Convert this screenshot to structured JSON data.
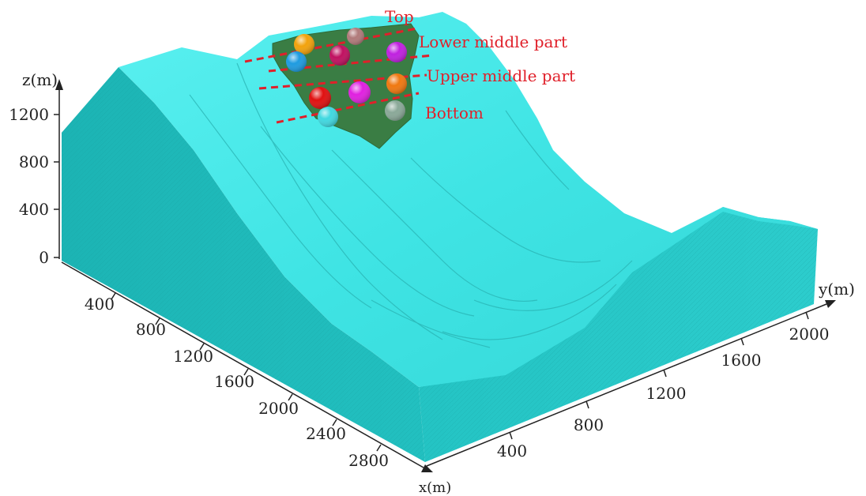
{
  "axes": {
    "z_title": "z(m)",
    "y_title": "y(m)",
    "x_title": "x(m)",
    "z_ticks": [
      "1200",
      "800",
      "400",
      "0"
    ],
    "x_ticks": [
      "400",
      "800",
      "1200",
      "1600",
      "2000",
      "2400",
      "2800"
    ],
    "y_ticks": [
      "400",
      "800",
      "1200",
      "1600",
      "2000"
    ]
  },
  "zones": {
    "top": "Top",
    "lower_middle": "Lower middle part",
    "upper_middle": "Upper middle part",
    "bottom": "Bottom"
  },
  "colors": {
    "terrain_top": "#3ee6e6",
    "terrain_side": "#1fb8b8",
    "landslide": "#3a7d44",
    "divider": "#e0202a",
    "sphere_colors": [
      "#f2a20c",
      "#b07a7a",
      "#1e9be0",
      "#c01060",
      "#c020e0",
      "#e01010",
      "#e020e0",
      "#f07810",
      "#40d8e0",
      "#8aa898"
    ]
  }
}
